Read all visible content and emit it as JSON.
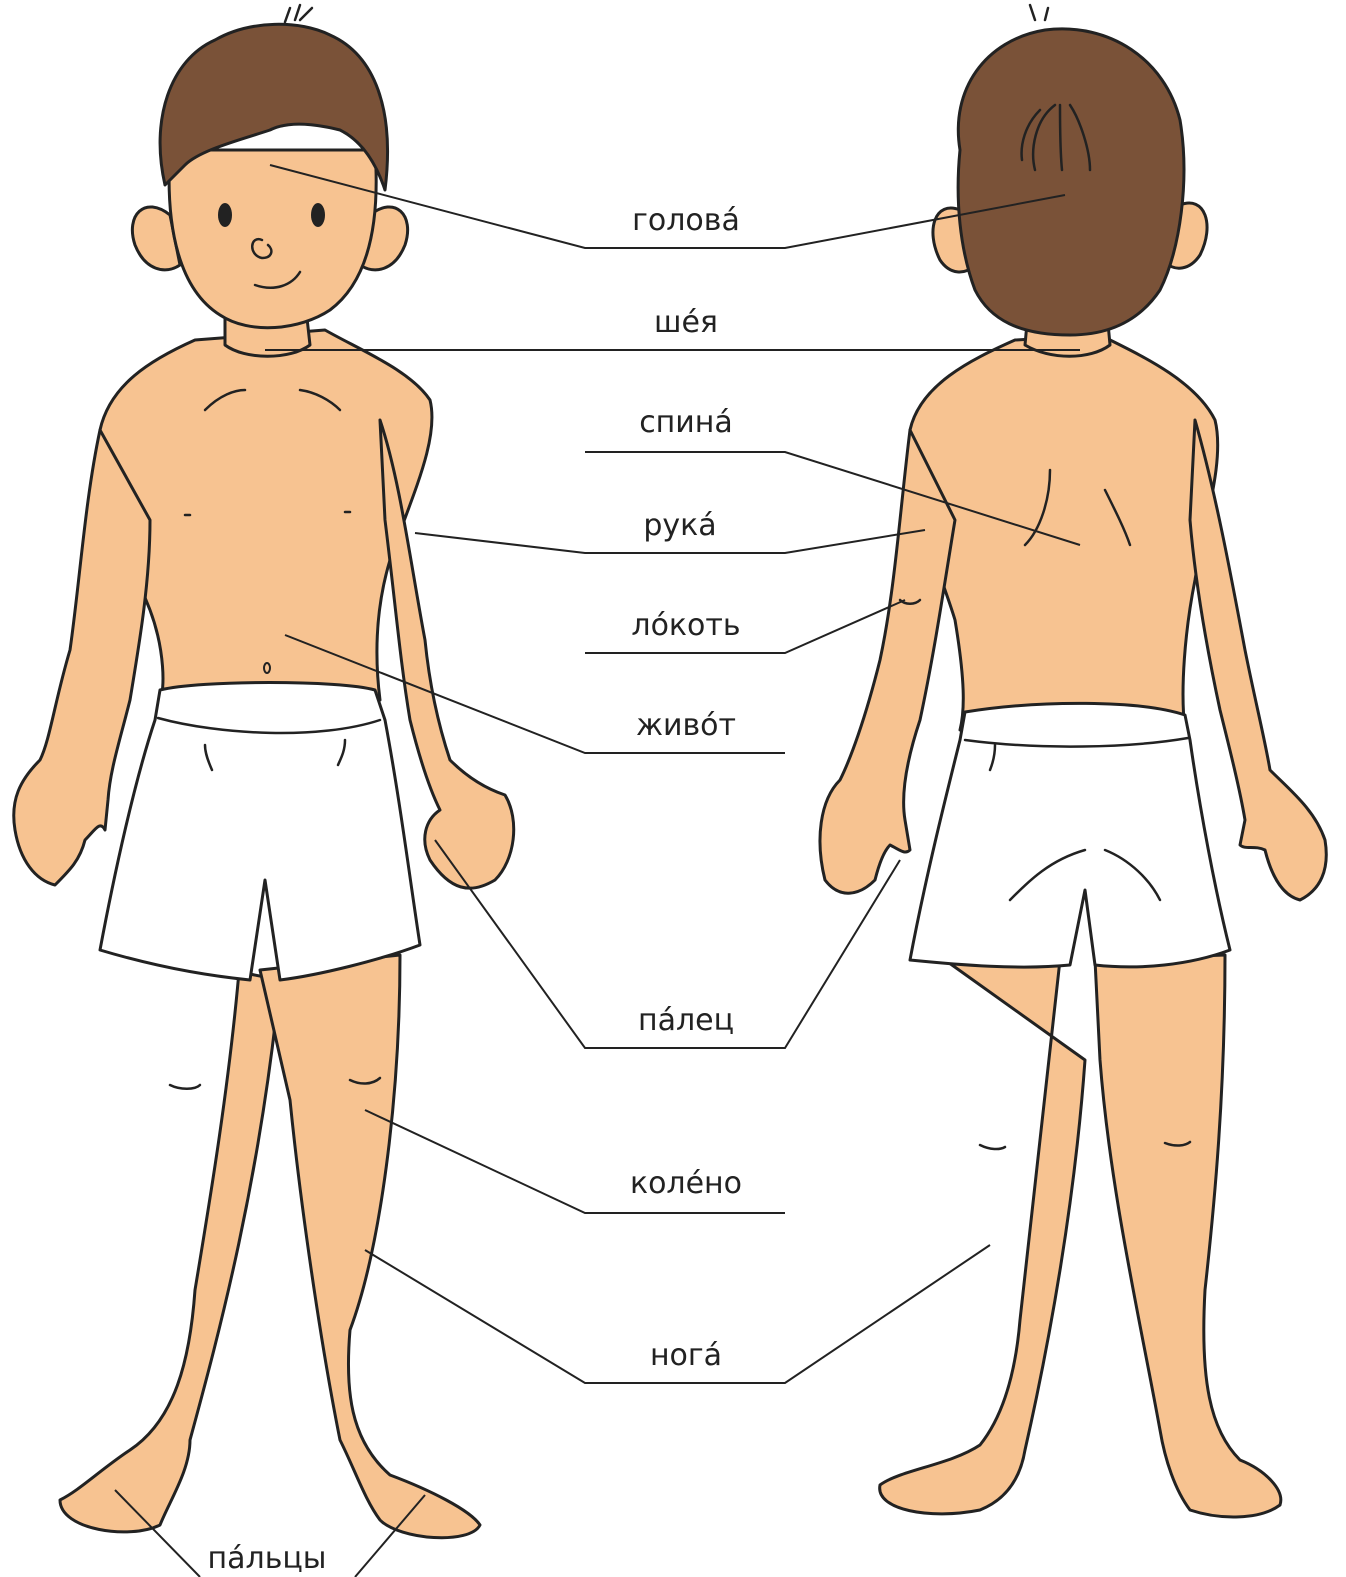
{
  "colors": {
    "skin": "#f7c391",
    "hair": "#7a5238",
    "hair_dark": "#5e3d27",
    "shorts": "#ffffff",
    "line": "#222222"
  },
  "labels": {
    "head": "голова́",
    "neck": "ше́я",
    "back": "спина́",
    "arm": "рука́",
    "elbow": "ло́коть",
    "belly": "живо́т",
    "finger": "па́лец",
    "knee": "коле́но",
    "leg": "нога́",
    "toes": "па́льцы"
  }
}
